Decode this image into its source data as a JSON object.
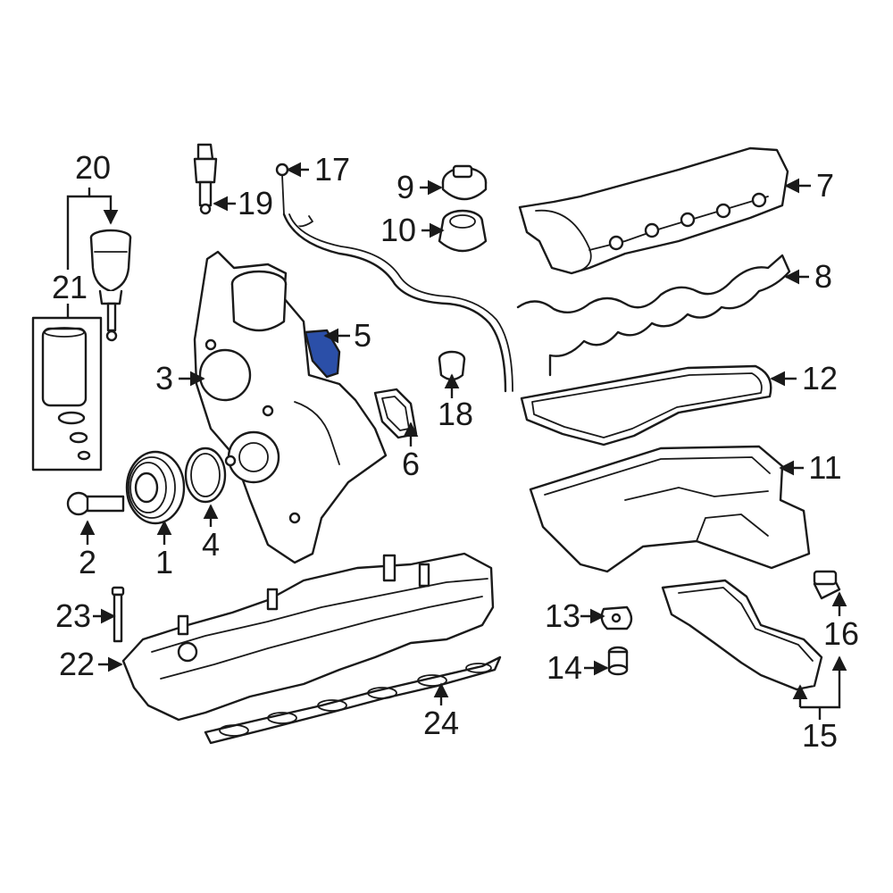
{
  "colors": {
    "line": "#1a1a1a",
    "background": "#ffffff",
    "highlight": "#2b4fa8"
  },
  "highlighted_part": "5",
  "callouts": [
    {
      "id": "c1",
      "label": "1"
    },
    {
      "id": "c2",
      "label": "2"
    },
    {
      "id": "c3",
      "label": "3"
    },
    {
      "id": "c4",
      "label": "4"
    },
    {
      "id": "c5",
      "label": "5"
    },
    {
      "id": "c6",
      "label": "6"
    },
    {
      "id": "c7",
      "label": "7"
    },
    {
      "id": "c8",
      "label": "8"
    },
    {
      "id": "c9",
      "label": "9"
    },
    {
      "id": "c10",
      "label": "10"
    },
    {
      "id": "c11",
      "label": "11"
    },
    {
      "id": "c12",
      "label": "12"
    },
    {
      "id": "c13",
      "label": "13"
    },
    {
      "id": "c14",
      "label": "14"
    },
    {
      "id": "c15",
      "label": "15"
    },
    {
      "id": "c16",
      "label": "16"
    },
    {
      "id": "c17",
      "label": "17"
    },
    {
      "id": "c18",
      "label": "18"
    },
    {
      "id": "c19",
      "label": "19"
    },
    {
      "id": "c20",
      "label": "20"
    },
    {
      "id": "c21",
      "label": "21"
    },
    {
      "id": "c22",
      "label": "22"
    },
    {
      "id": "c23",
      "label": "23"
    },
    {
      "id": "c24",
      "label": "24"
    }
  ]
}
